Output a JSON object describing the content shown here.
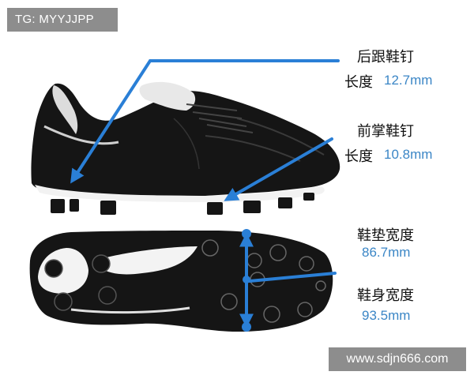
{
  "watermarks": {
    "telegram": "TG: MYYJJPP",
    "website": "www.sdjn666.com"
  },
  "annotations": {
    "heel_stud": {
      "title": "后跟鞋钉",
      "length_label": "长度",
      "length_value": "12.7mm"
    },
    "forefoot_stud": {
      "title": "前掌鞋钉",
      "length_label": "长度",
      "length_value": "10.8mm"
    },
    "cushion_width": {
      "title": "鞋垫宽度",
      "value": "86.7mm"
    },
    "body_width": {
      "title": "鞋身宽度",
      "value": "93.5mm"
    }
  },
  "colors": {
    "arrow": "#2a7fd6",
    "value_text": "#3b86c6",
    "badge_bg": "#8d8d8d",
    "shoe": "#141414"
  },
  "icons": [
    "football-boot-side-view",
    "football-boot-sole-view"
  ]
}
